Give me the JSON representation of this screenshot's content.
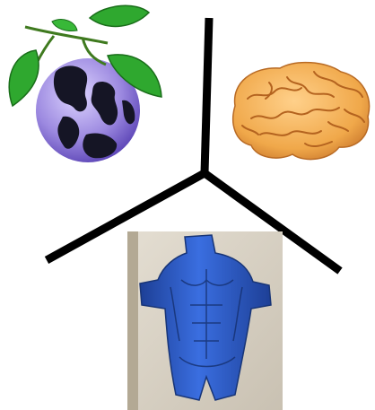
{
  "diagram": {
    "items": [
      {
        "name": "globe-with-leaves",
        "label": ""
      },
      {
        "name": "brain",
        "label": ""
      },
      {
        "name": "blue-body-sculpture",
        "label": ""
      }
    ]
  },
  "colors": {
    "divider": "#000000",
    "leaf": "#2fa82f",
    "leaf_dark": "#1a6e1a",
    "globe_water": "#b6a7e8",
    "globe_water_dark": "#6f5bc4",
    "globe_land": "#111122",
    "brain": "#f0a84a",
    "brain_dark": "#c7742a",
    "body_blue": "#2f5fd0",
    "body_blue_dark": "#1d3f96",
    "photo_bg": "#d8d2c6"
  }
}
